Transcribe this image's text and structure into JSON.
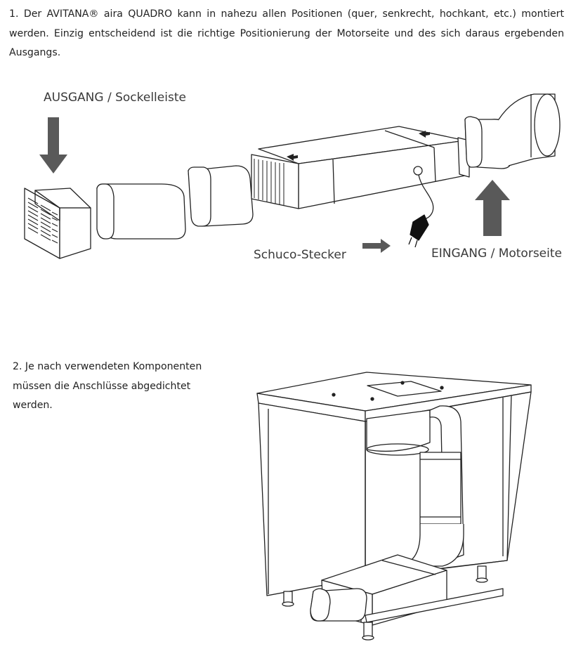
{
  "instructions": {
    "step1": "1. Der AVITANA® aira QUADRO kann in nahezu allen Positionen (quer, senkrecht, hochkant, etc.) montiert werden. Einzig entscheidend ist die richtige Positionierung der Motorseite und des sich daraus ergebenden Ausgangs.",
    "step2": "2. Je nach verwendeten Komponenten müssen die Anschlüsse abgedichtet werden."
  },
  "diagram1": {
    "label_outlet": "AUSGANG / Sockelleiste",
    "label_plug": "Schuco-Stecker",
    "label_inlet": "EINGANG / Motorseite"
  },
  "colors": {
    "line": "#222222",
    "arrow": "#595959"
  }
}
